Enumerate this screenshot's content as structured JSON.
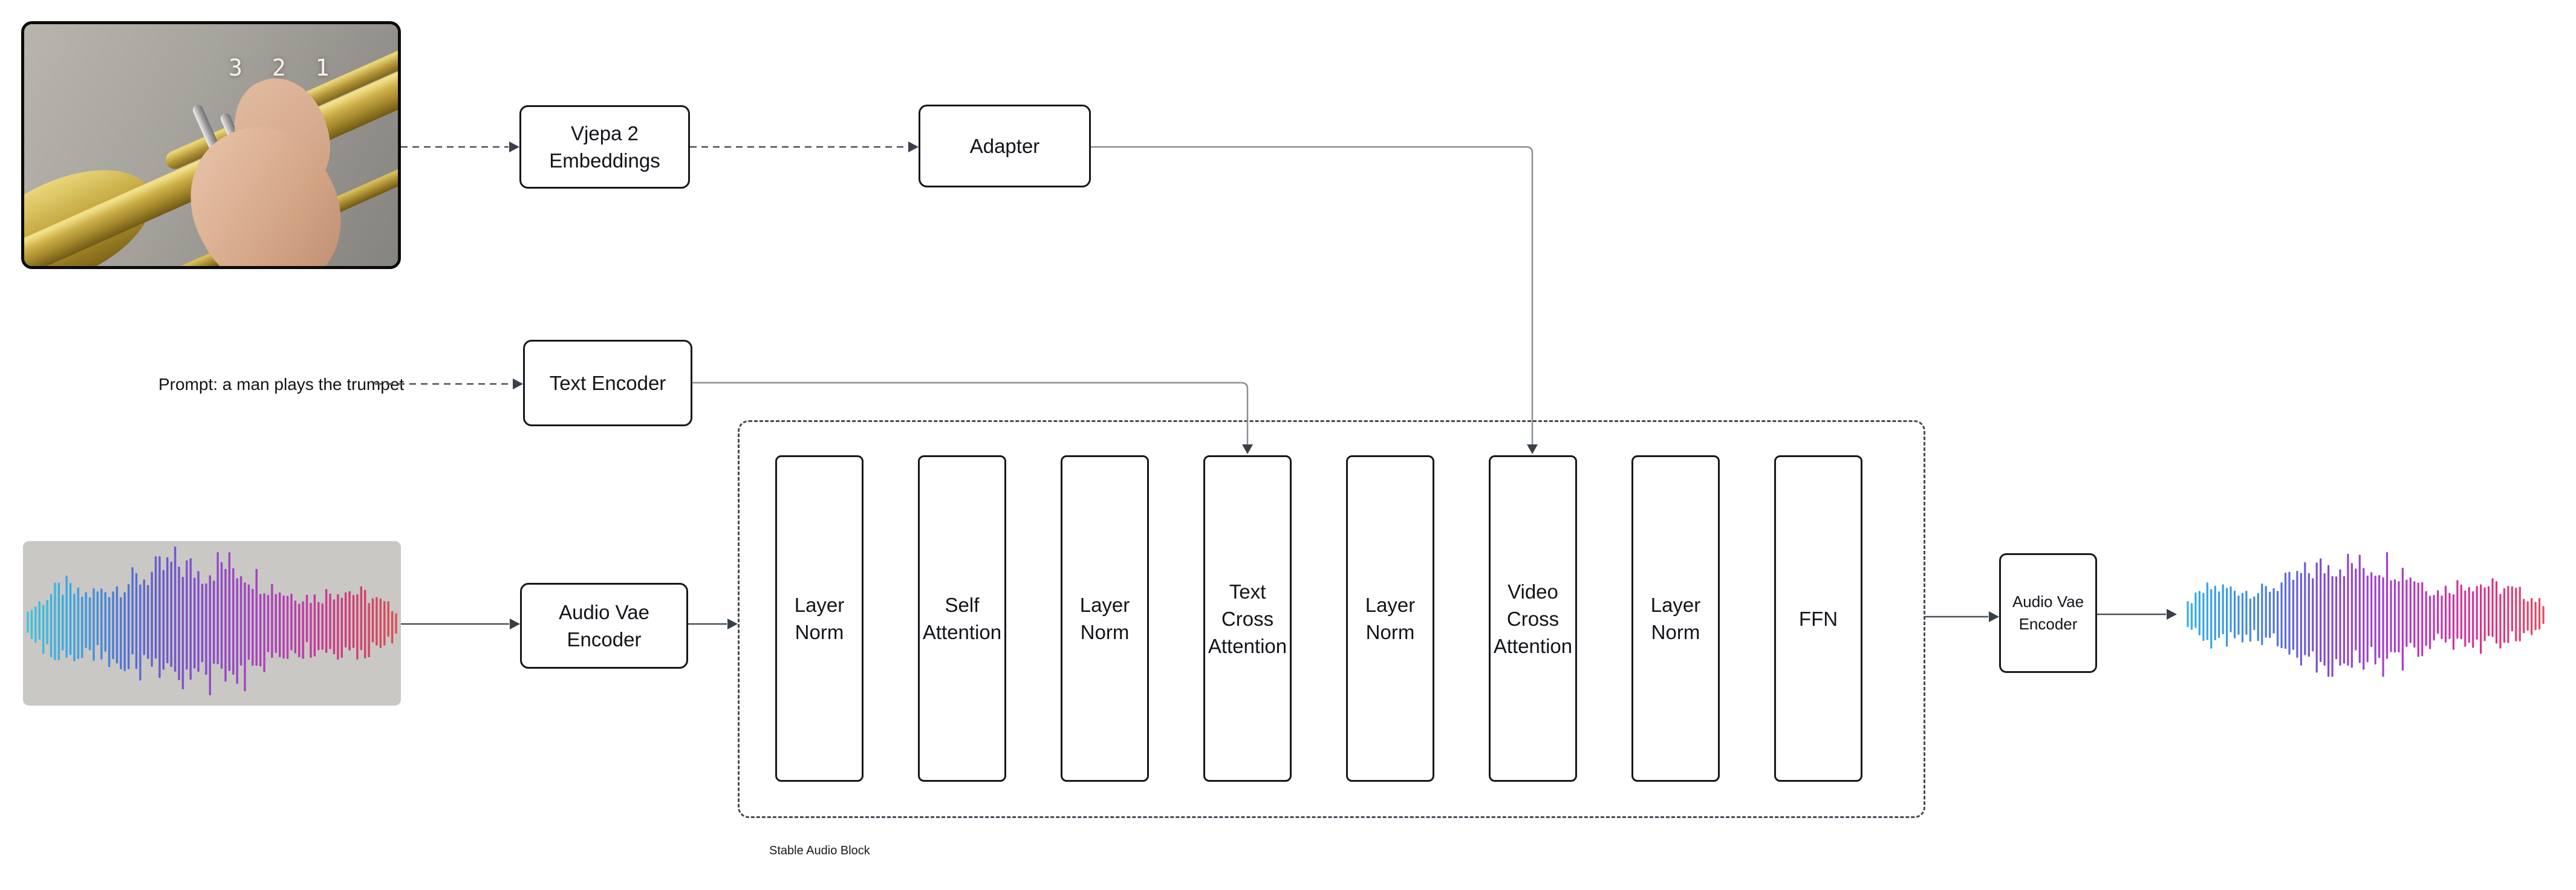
{
  "video": {
    "countdown": "3 2 1",
    "description": "video frame of hands playing a trumpet"
  },
  "prompt": {
    "text": "Prompt: a man plays the trumpet"
  },
  "nodes": {
    "vjepa": {
      "label": "Vjepa 2\nEmbeddings"
    },
    "adapter": {
      "label": "Adapter"
    },
    "text_encoder": {
      "label": "Text Encoder"
    },
    "audio_vae_encoder": {
      "label": "Audio Vae\nEncoder"
    },
    "audio_vae_encoder_out": {
      "label": "Audio Vae\nEncoder"
    }
  },
  "stable_audio_block": {
    "caption": "Stable Audio Block",
    "layers": [
      {
        "label": "Layer\nNorm"
      },
      {
        "label": "Self\nAttention"
      },
      {
        "label": "Layer\nNorm"
      },
      {
        "label": "Text\nCross\nAttention"
      },
      {
        "label": "Layer\nNorm"
      },
      {
        "label": "Video\nCross\nAttention"
      },
      {
        "label": "Layer\nNorm"
      },
      {
        "label": "FFN"
      }
    ]
  },
  "colors": {
    "box_border": "#14171c",
    "dashed_border": "#454b54",
    "connector_gray": "#8a8e95",
    "connector_dark": "#4a5059",
    "arrowhead": "#3a404a",
    "input_wave_background": "#c9c8c5"
  },
  "waveforms": {
    "input": {
      "bars": 96,
      "stroke": 3.4,
      "max_amp": 118,
      "seed": 3,
      "colors": [
        "#3ec9de",
        "#3aa6e2",
        "#4b79d8",
        "#6c57cc",
        "#8e49cc",
        "#aa3fc0",
        "#c438a4",
        "#d23b74",
        "#de4f4f"
      ],
      "envelope": [
        [
          0,
          0.18
        ],
        [
          0.05,
          0.42
        ],
        [
          0.1,
          0.62
        ],
        [
          0.14,
          0.45
        ],
        [
          0.2,
          0.52
        ],
        [
          0.27,
          0.68
        ],
        [
          0.33,
          0.8
        ],
        [
          0.4,
          1.0
        ],
        [
          0.47,
          0.85
        ],
        [
          0.52,
          1.0
        ],
        [
          0.58,
          0.9
        ],
        [
          0.63,
          0.72
        ],
        [
          0.7,
          0.5
        ],
        [
          0.78,
          0.42
        ],
        [
          0.85,
          0.58
        ],
        [
          0.92,
          0.45
        ],
        [
          1,
          0.22
        ]
      ]
    },
    "output": {
      "bars": 92,
      "stroke": 3.2,
      "max_amp": 102,
      "seed": 11,
      "colors": [
        "#2fb5e8",
        "#3b98e6",
        "#4f74e0",
        "#7c4ad8",
        "#9a40d2",
        "#b338ca",
        "#cf32a2",
        "#e03578",
        "#e84a5e"
      ],
      "envelope": [
        [
          0,
          0.2
        ],
        [
          0.06,
          0.5
        ],
        [
          0.12,
          0.48
        ],
        [
          0.2,
          0.42
        ],
        [
          0.28,
          0.62
        ],
        [
          0.36,
          0.88
        ],
        [
          0.43,
          1.0
        ],
        [
          0.5,
          0.9
        ],
        [
          0.56,
          1.0
        ],
        [
          0.63,
          0.75
        ],
        [
          0.7,
          0.42
        ],
        [
          0.78,
          0.62
        ],
        [
          0.85,
          0.55
        ],
        [
          0.93,
          0.42
        ],
        [
          1,
          0.2
        ]
      ]
    }
  }
}
